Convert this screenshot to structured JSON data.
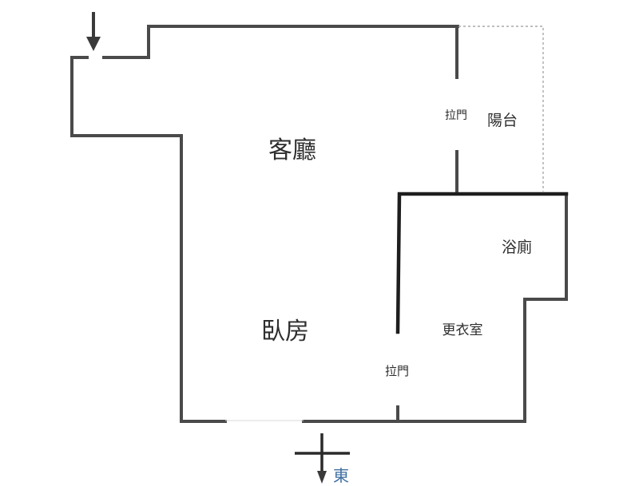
{
  "rooms": {
    "living_room": "客廳",
    "bedroom": "臥房",
    "balcony": "陽台",
    "bathroom": "浴廁",
    "walk_in_closet": "更衣室"
  },
  "doors": {
    "balcony_sliding_door": "拉門",
    "closet_sliding_door": "拉門"
  },
  "compass": {
    "direction": "東"
  },
  "colors": {
    "wall": "#4a4a4a",
    "bathroom_wall": "#1e1e1e",
    "compass_text": "#3d6ea0"
  }
}
